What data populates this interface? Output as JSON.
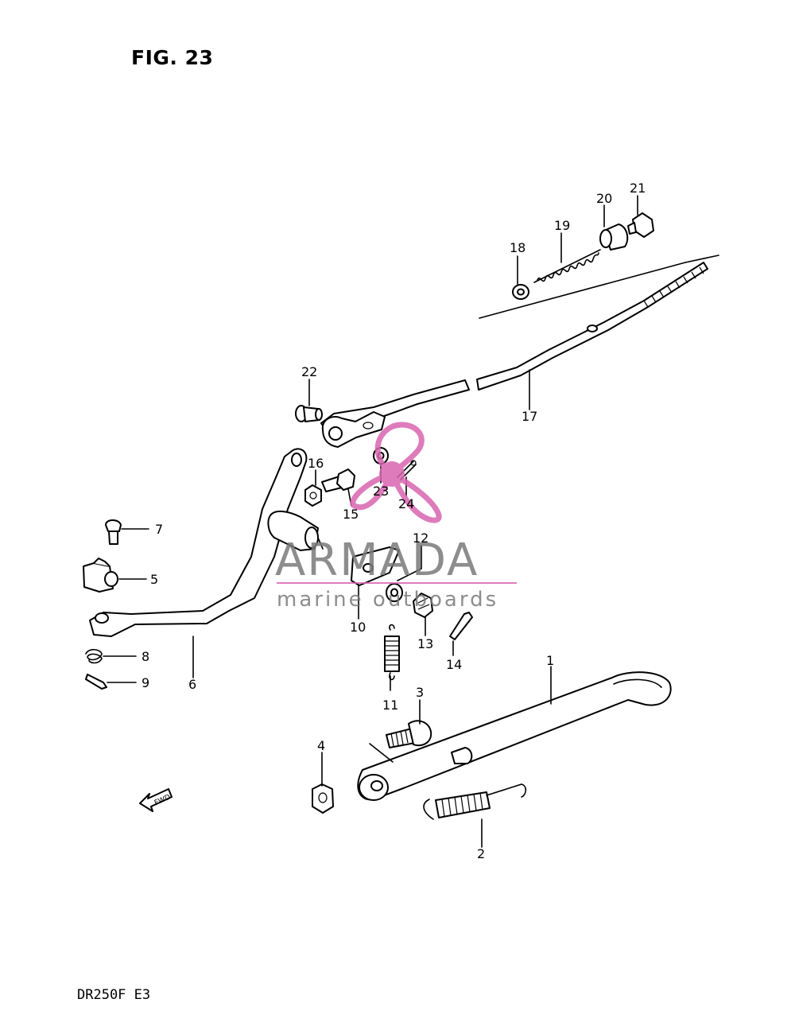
{
  "figure": {
    "title": "FIG. 23",
    "model": "DR250F  E3",
    "fwd_label": "FWD"
  },
  "watermark": {
    "brand": "ARMADA",
    "tagline": "marine outboards",
    "logo_color": "#d966b0"
  },
  "callouts": [
    {
      "id": "1",
      "label": "1"
    },
    {
      "id": "2",
      "label": "2"
    },
    {
      "id": "3",
      "label": "3"
    },
    {
      "id": "4",
      "label": "4"
    },
    {
      "id": "5",
      "label": "5"
    },
    {
      "id": "6",
      "label": "6"
    },
    {
      "id": "7",
      "label": "7"
    },
    {
      "id": "8",
      "label": "8"
    },
    {
      "id": "9",
      "label": "9"
    },
    {
      "id": "10",
      "label": "10"
    },
    {
      "id": "11",
      "label": "11"
    },
    {
      "id": "12",
      "label": "12"
    },
    {
      "id": "13",
      "label": "13"
    },
    {
      "id": "14",
      "label": "14"
    },
    {
      "id": "15",
      "label": "15"
    },
    {
      "id": "16",
      "label": "16"
    },
    {
      "id": "17",
      "label": "17"
    },
    {
      "id": "18",
      "label": "18"
    },
    {
      "id": "19",
      "label": "19"
    },
    {
      "id": "20",
      "label": "20"
    },
    {
      "id": "21",
      "label": "21"
    },
    {
      "id": "22",
      "label": "22"
    },
    {
      "id": "23",
      "label": "23"
    },
    {
      "id": "24",
      "label": "24"
    }
  ]
}
